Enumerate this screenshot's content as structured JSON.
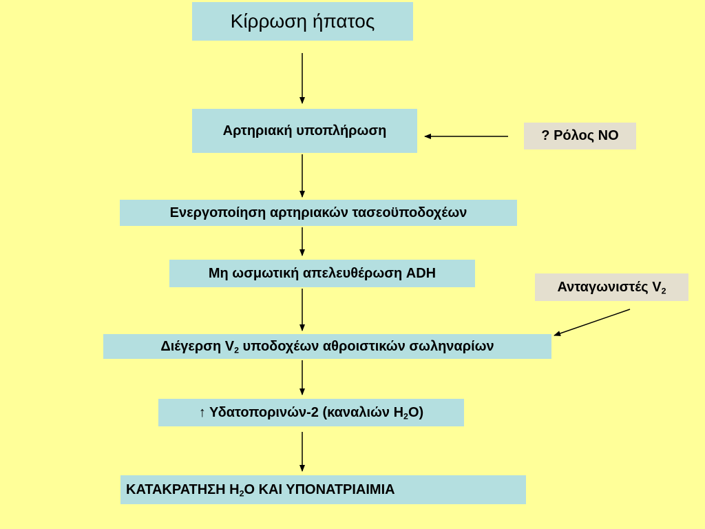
{
  "flow": {
    "cirrhosis": "Κίρρωση ήπατος",
    "arterial_underfilling": "Αρτηριακή υποπλήρωση",
    "baroreceptor_activation": "Ενεργοποίηση αρτηριακών τασεοϋποδοχέων",
    "adh_release": "Μη ωσμωτική απελευθέρωση ADH",
    "v2_stimulation": {
      "prefix": "Διέγερση V",
      "sub": "2",
      "suffix": " υποδοχέων αθροιστικών σωληναρίων"
    },
    "aquaporin": {
      "prefix": "↑ Υδατοπορινών-2 (καναλιών H",
      "sub": "2",
      "suffix": "O)"
    },
    "retention": {
      "prefix": "ΚΑΤΑΚΡΑΤΗΣΗ H",
      "sub": "2",
      "suffix": "O ΚΑΙ ΥΠΟΝΑΤΡΙΑΙΜΙΑ"
    }
  },
  "side": {
    "no_role": "? Ρόλος NO",
    "v2_antagonists": {
      "prefix": "Ανταγωνιστές V",
      "sub": "2"
    }
  },
  "colors": {
    "background": "#ffff99",
    "main_box": "#b4dfe0",
    "side_box": "#e4dfcf"
  }
}
